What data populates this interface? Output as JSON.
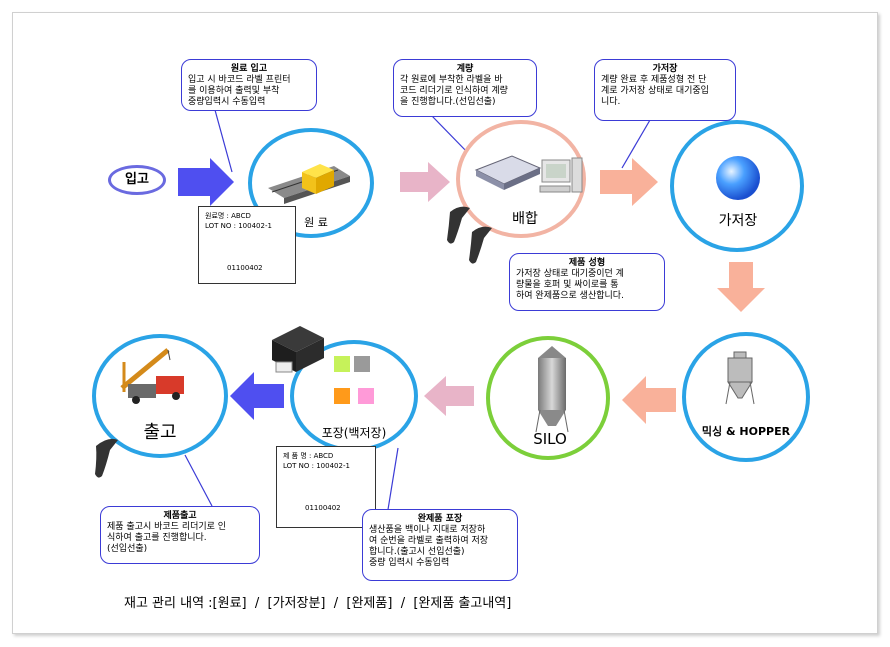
{
  "callouts": {
    "raw": {
      "title": "원료 입고",
      "lines": [
        "입고 시 바코드 라벨 프린터",
        "를 이용하여 출력및 부착",
        "중량입력시 수동입력"
      ]
    },
    "weigh": {
      "title": "계량",
      "lines": [
        "각 원료에 부착한 라벨을 바",
        "코드 리더기로 인식하여 계량",
        "을 진행합니다.(선입선출)"
      ]
    },
    "hold": {
      "title": "가저장",
      "lines": [
        "계량 완료 후 제품성형 전 단",
        "계로 가저장 상태로 대기중입",
        "니다."
      ]
    },
    "form": {
      "title": "제품 성형",
      "lines": [
        "가저장 상태로 대기중이던 계",
        "량물을 호퍼 및 싸이로를 통",
        "하여 완제품으로 생산합니다."
      ]
    },
    "pack": {
      "title": "완제품 포장",
      "lines": [
        "생산품을 백이나 지대로 저장하",
        "여 순번을 라벨로 출력하여 저장",
        "합니다.(출고시 선입선출)",
        "중량 입력시 수동입력"
      ]
    },
    "ship": {
      "title": "제품출고",
      "lines": [
        "제품 출고시 바코드 리더기로 인",
        "식하여 출고를 진행합니다.",
        "(선입선출)"
      ]
    }
  },
  "nodes": {
    "inbound": "입고",
    "raw": "원 료",
    "mix": "배합",
    "hold": "가저장",
    "hopper": "믹싱 & HOPPER",
    "silo": "SILO",
    "pack": "포장(백저장)",
    "ship": "출고"
  },
  "cards": {
    "raw": {
      "line1": "원료명 : ABCD",
      "line2": "LOT NO : 100402-1",
      "code": "01100402"
    },
    "pack": {
      "line1": "제 품 명 : ABCD",
      "line2": "LOT NO : 100402-1",
      "code": "01100402"
    }
  },
  "footer": "재고 관리 내역 :[원료]  /  [가저장분]  /  [완제품]  /  [완제품 출고내역]",
  "colors": {
    "blue_arrow": "#4f4ff0",
    "pink_arrow": "#f2b4a4",
    "salmon_arrow": "#f9b19a",
    "mauve_arrow": "#e8b4c8",
    "callout_border": "#3b3bd6"
  }
}
